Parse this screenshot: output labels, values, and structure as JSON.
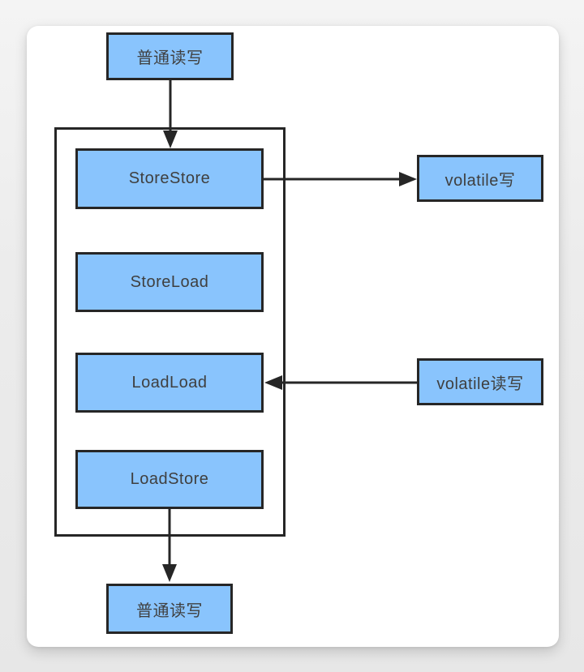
{
  "diagram": {
    "nodes": {
      "normal_rw_top": "普通读写",
      "storestore": "StoreStore",
      "storeload": "StoreLoad",
      "loadload": "LoadLoad",
      "loadstore": "LoadStore",
      "volatile_write": "volatile写",
      "volatile_rw": "volatile读写",
      "normal_rw_bottom": "普通读写"
    },
    "edges": [
      {
        "from": "normal_rw_top",
        "to": "storestore",
        "direction": "down"
      },
      {
        "from": "storestore",
        "to": "volatile_write",
        "direction": "right"
      },
      {
        "from": "volatile_rw",
        "to": "loadload",
        "direction": "left"
      },
      {
        "from": "loadstore",
        "to": "normal_rw_bottom",
        "direction": "down"
      }
    ],
    "colors": {
      "page_bg": "#ECECEC",
      "card_bg": "#FFFFFF",
      "node_fill": "#89C4FD",
      "node_border": "#262626",
      "node_text": "#3F3F3F",
      "arrow": "#262626"
    }
  }
}
